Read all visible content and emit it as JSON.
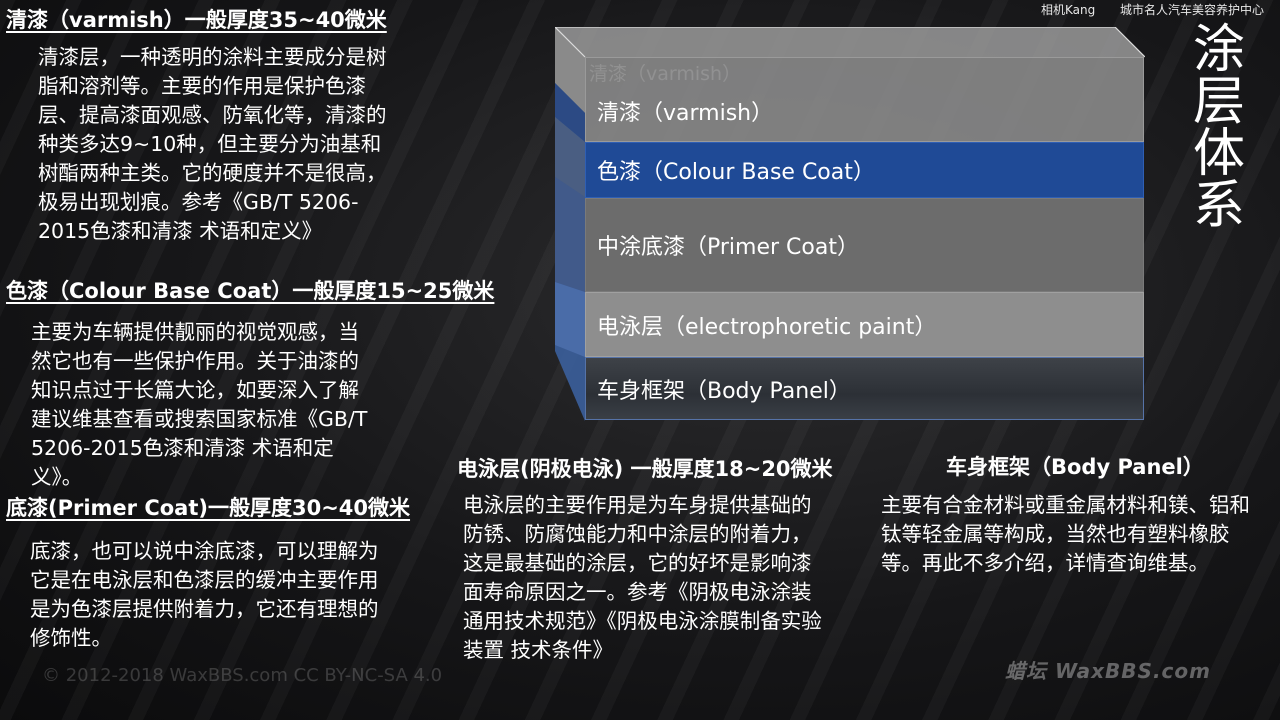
{
  "credits": {
    "author": "相机Kang",
    "org": "城市名人汽车美容养护中心"
  },
  "big_title": [
    "涂",
    "层",
    "体",
    "系"
  ],
  "sections": {
    "clearcoat": {
      "heading": "清漆（varmish）一般厚度35~40微米",
      "body": "清漆层，一种透明的涂料主要成分是树脂和溶剂等。主要的作用是保护色漆层、提高漆面观感、防氧化等，清漆的种类多达9~10种，但主要分为油基和树酯两种主类。它的硬度并不是很高，极易出现划痕。参考《GB/T 5206-2015色漆和清漆 术语和定义》"
    },
    "basecoat": {
      "heading": "色漆（Colour Base Coat）一般厚度15~25微米",
      "body": "主要为车辆提供靓丽的视觉观感，当然它也有一些保护作用。关于油漆的知识点过于长篇大论，如要深入了解建议维基查看或搜索国家标准《GB/T 5206-2015色漆和清漆 术语和定义》。"
    },
    "primer": {
      "heading": "底漆(Primer Coat)一般厚度30~40微米",
      "body": "底漆，也可以说中涂底漆，可以理解为它是在电泳层和色漆层的缓冲主要作用是为色漆层提供附着力，它还有理想的修饰性。"
    },
    "ecoat": {
      "heading": "电泳层(阴极电泳) 一般厚度18~20微米",
      "body": "电泳层的主要作用是为车身提供基础的防锈、防腐蚀能力和中涂层的附着力，这是最基础的涂层，它的好坏是影响漆面寿命原因之一。参考《阴极电泳涂装通用技术规范》《阴极电泳涂膜制备实验装置 技术条件》"
    },
    "body_panel": {
      "heading": "车身框架（Body Panel）",
      "body": "主要有合金材料或重金属材料和镁、铝和钛等轻金属等构成，当然也有塑料橡胶等。再此不多介绍，详情查询维基。"
    }
  },
  "layers": [
    {
      "label": "清漆（varmish）",
      "ghost": "清漆（varmish）",
      "color": "#8c8c8c"
    },
    {
      "label": "色漆（Colour Base Coat）",
      "color": "#1f4a96"
    },
    {
      "label": "中涂底漆（Primer Coat）",
      "color": "#6c6c6c"
    },
    {
      "label": "电泳层（electrophoretic paint）",
      "color": "#8e8e8e"
    },
    {
      "label": "车身框架（Body Panel）",
      "color": "#3a3e44"
    }
  ],
  "watermarks": {
    "license": "© 2012-2018 WaxBBS.com CC BY-NC-SA 4.0",
    "brand": "蜡坛 WaxBBS.com"
  }
}
